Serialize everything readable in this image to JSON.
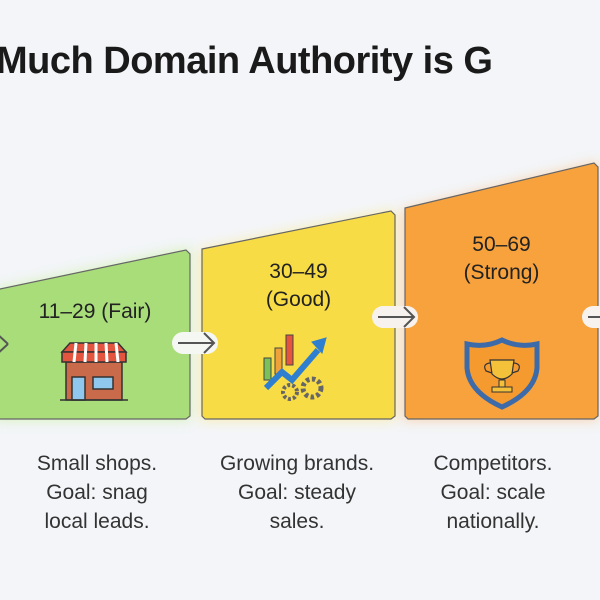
{
  "title": "Much Domain Authority is G",
  "colors": {
    "fair": "#a8dd7a",
    "good": "#f8dc45",
    "strong": "#f7a23c",
    "border": "#555555"
  },
  "tiers": [
    {
      "range": "11–29 (Fair)",
      "icon": "storefront-icon",
      "caption": [
        "Small shops.",
        "Goal: snag",
        "local leads."
      ]
    },
    {
      "range": "30–49",
      "label": "(Good)",
      "icon": "growth-chart-gears-icon",
      "caption": [
        "Growing brands.",
        "Goal: steady",
        "sales."
      ]
    },
    {
      "range": "50–69",
      "label": "(Strong)",
      "icon": "shield-trophy-icon",
      "caption": [
        "Competitors.",
        "Goal: scale",
        "nationally."
      ]
    }
  ]
}
